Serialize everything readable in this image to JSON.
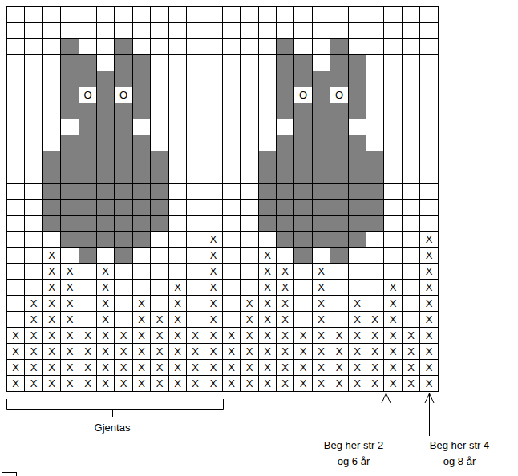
{
  "diagram": {
    "labels": [
      "O",
      "O",
      "O",
      "O",
      "X",
      "X",
      "X",
      "X",
      "X",
      "X",
      "X",
      "X",
      "X",
      "X",
      "X",
      "X",
      "X",
      "X",
      "X",
      "X",
      "X",
      "X",
      "X",
      "X",
      "X",
      "X",
      "X",
      "X",
      "X",
      "X",
      "X",
      "X",
      "X",
      "X",
      "X",
      "X",
      "X",
      "X",
      "X",
      "X",
      "X",
      "X",
      "X",
      "X",
      "X",
      "X",
      "X",
      "X",
      "X",
      "X",
      "X",
      "X",
      "X",
      "X",
      "X",
      "X",
      "X",
      "X",
      "X",
      "X",
      "X",
      "X",
      "X",
      "X",
      "X",
      "X",
      "X",
      "X",
      "X",
      "X",
      "X",
      "X",
      "X",
      "X",
      "X",
      "X",
      "X",
      "X",
      "X",
      "X",
      "X",
      "X",
      "X",
      "X",
      "X",
      "X",
      "X",
      "X",
      "X",
      "X",
      "X",
      "X",
      "X",
      "X",
      "X",
      "X",
      "X",
      "X",
      "X",
      "X",
      "X",
      "X",
      "X",
      "X",
      "X",
      "X",
      "X",
      "X",
      "X",
      "X",
      "X",
      "X",
      "X",
      "X",
      "X",
      "X",
      "X",
      "X",
      "X",
      "X",
      "X",
      "X",
      "X",
      "X",
      "X",
      "X",
      "X",
      "X",
      "X",
      "X",
      "X",
      "X",
      "X",
      "X",
      "X",
      "X",
      "X",
      "X",
      "X",
      "X",
      "X",
      "X",
      "X",
      "X",
      "X",
      "X",
      "X",
      "X",
      "X",
      "X",
      "X",
      "X",
      "X",
      "X",
      "Gjentas",
      "Beg her str 2 og 6 år",
      "Beg her str 4 og 8 år"
    ]
  }
}
